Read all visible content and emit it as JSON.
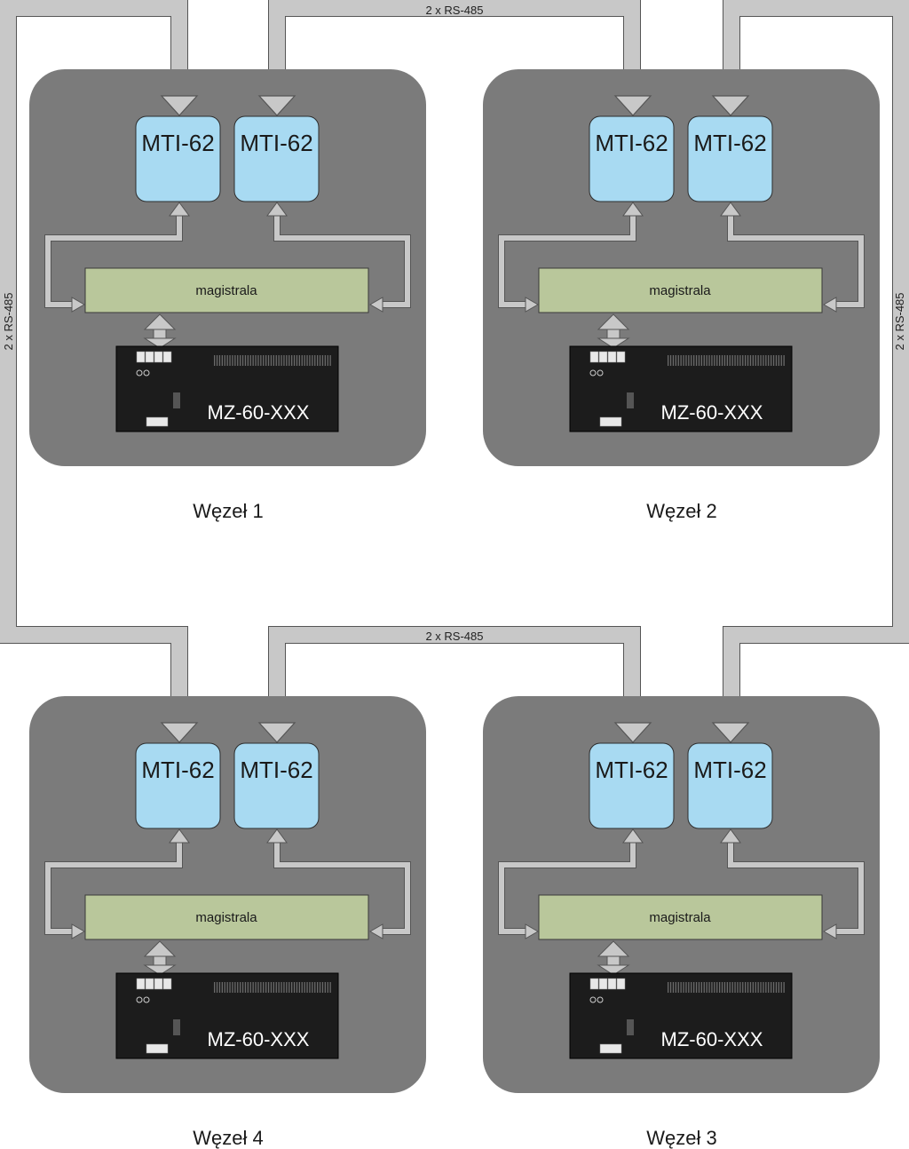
{
  "links": {
    "top_label": "2 x RS-485",
    "middle_label": "2 x RS-485",
    "left_label": "2 x RS-485",
    "right_label": "2 x RS-485"
  },
  "nodes": [
    {
      "caption": "Węzeł 1",
      "module_left": "MTI-62",
      "module_right": "MTI-62",
      "bus": "magistrala",
      "panel": "MZ-60-XXX"
    },
    {
      "caption": "Węzeł 2",
      "module_left": "MTI-62",
      "module_right": "MTI-62",
      "bus": "magistrala",
      "panel": "MZ-60-XXX"
    },
    {
      "caption": "Węzeł 4",
      "module_left": "MTI-62",
      "module_right": "MTI-62",
      "bus": "magistrala",
      "panel": "MZ-60-XXX"
    },
    {
      "caption": "Węzeł 3",
      "module_left": "MTI-62",
      "module_right": "MTI-62",
      "bus": "magistrala",
      "panel": "MZ-60-XXX"
    }
  ],
  "colors": {
    "node_background": "#7b7b7b",
    "cable": "#c8c8c8",
    "module": "#a8daf2",
    "bus": "#b9c79b",
    "panel": "#1c1c1c"
  }
}
